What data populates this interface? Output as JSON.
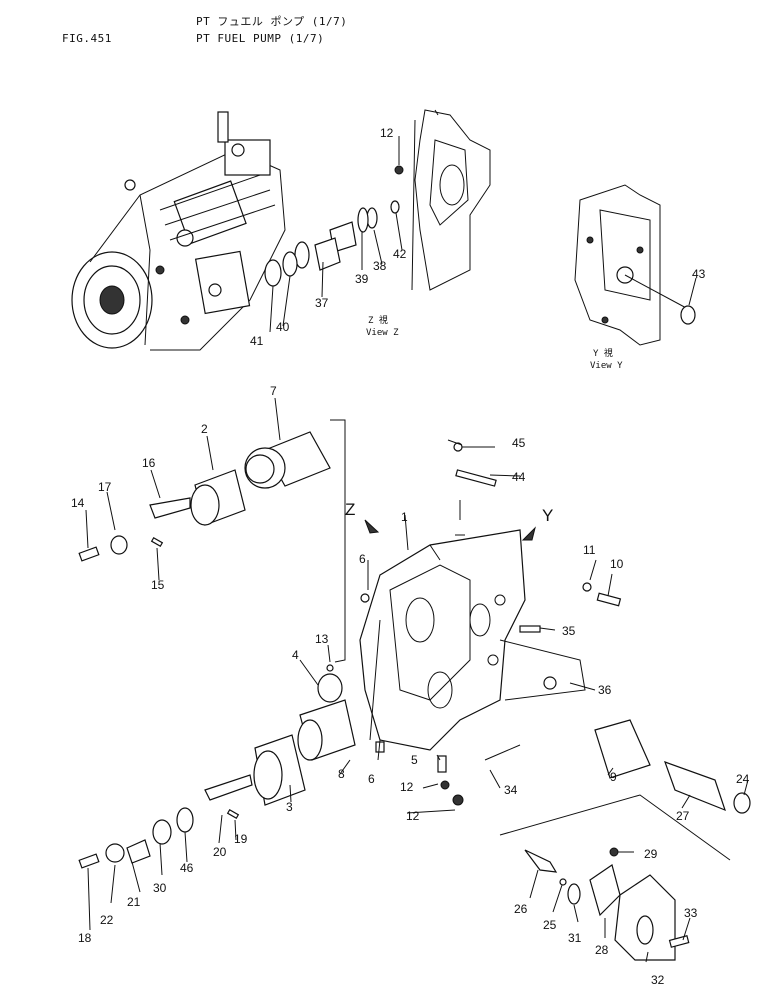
{
  "header": {
    "fig_no": "FIG.451",
    "title_jp": "PT フュエル ポンプ (1/7)",
    "title_en": "PT FUEL PUMP (1/7)"
  },
  "views": {
    "z": {
      "jp": "Z 視",
      "en": "View Z",
      "arrow": "Z"
    },
    "y": {
      "jp": "Y 視",
      "en": "View Y",
      "arrow": "Y"
    }
  },
  "callouts": [
    "1",
    "2",
    "3",
    "4",
    "5",
    "6",
    "7",
    "8",
    "9",
    "10",
    "11",
    "12",
    "13",
    "14",
    "15",
    "16",
    "17",
    "18",
    "19",
    "20",
    "21",
    "22",
    "24",
    "25",
    "26",
    "27",
    "28",
    "29",
    "30",
    "31",
    "32",
    "33",
    "34",
    "35",
    "36",
    "37",
    "38",
    "39",
    "40",
    "41",
    "42",
    "43",
    "44",
    "45",
    "46"
  ],
  "colors": {
    "ink": "#111111",
    "paper": "#ffffff"
  }
}
